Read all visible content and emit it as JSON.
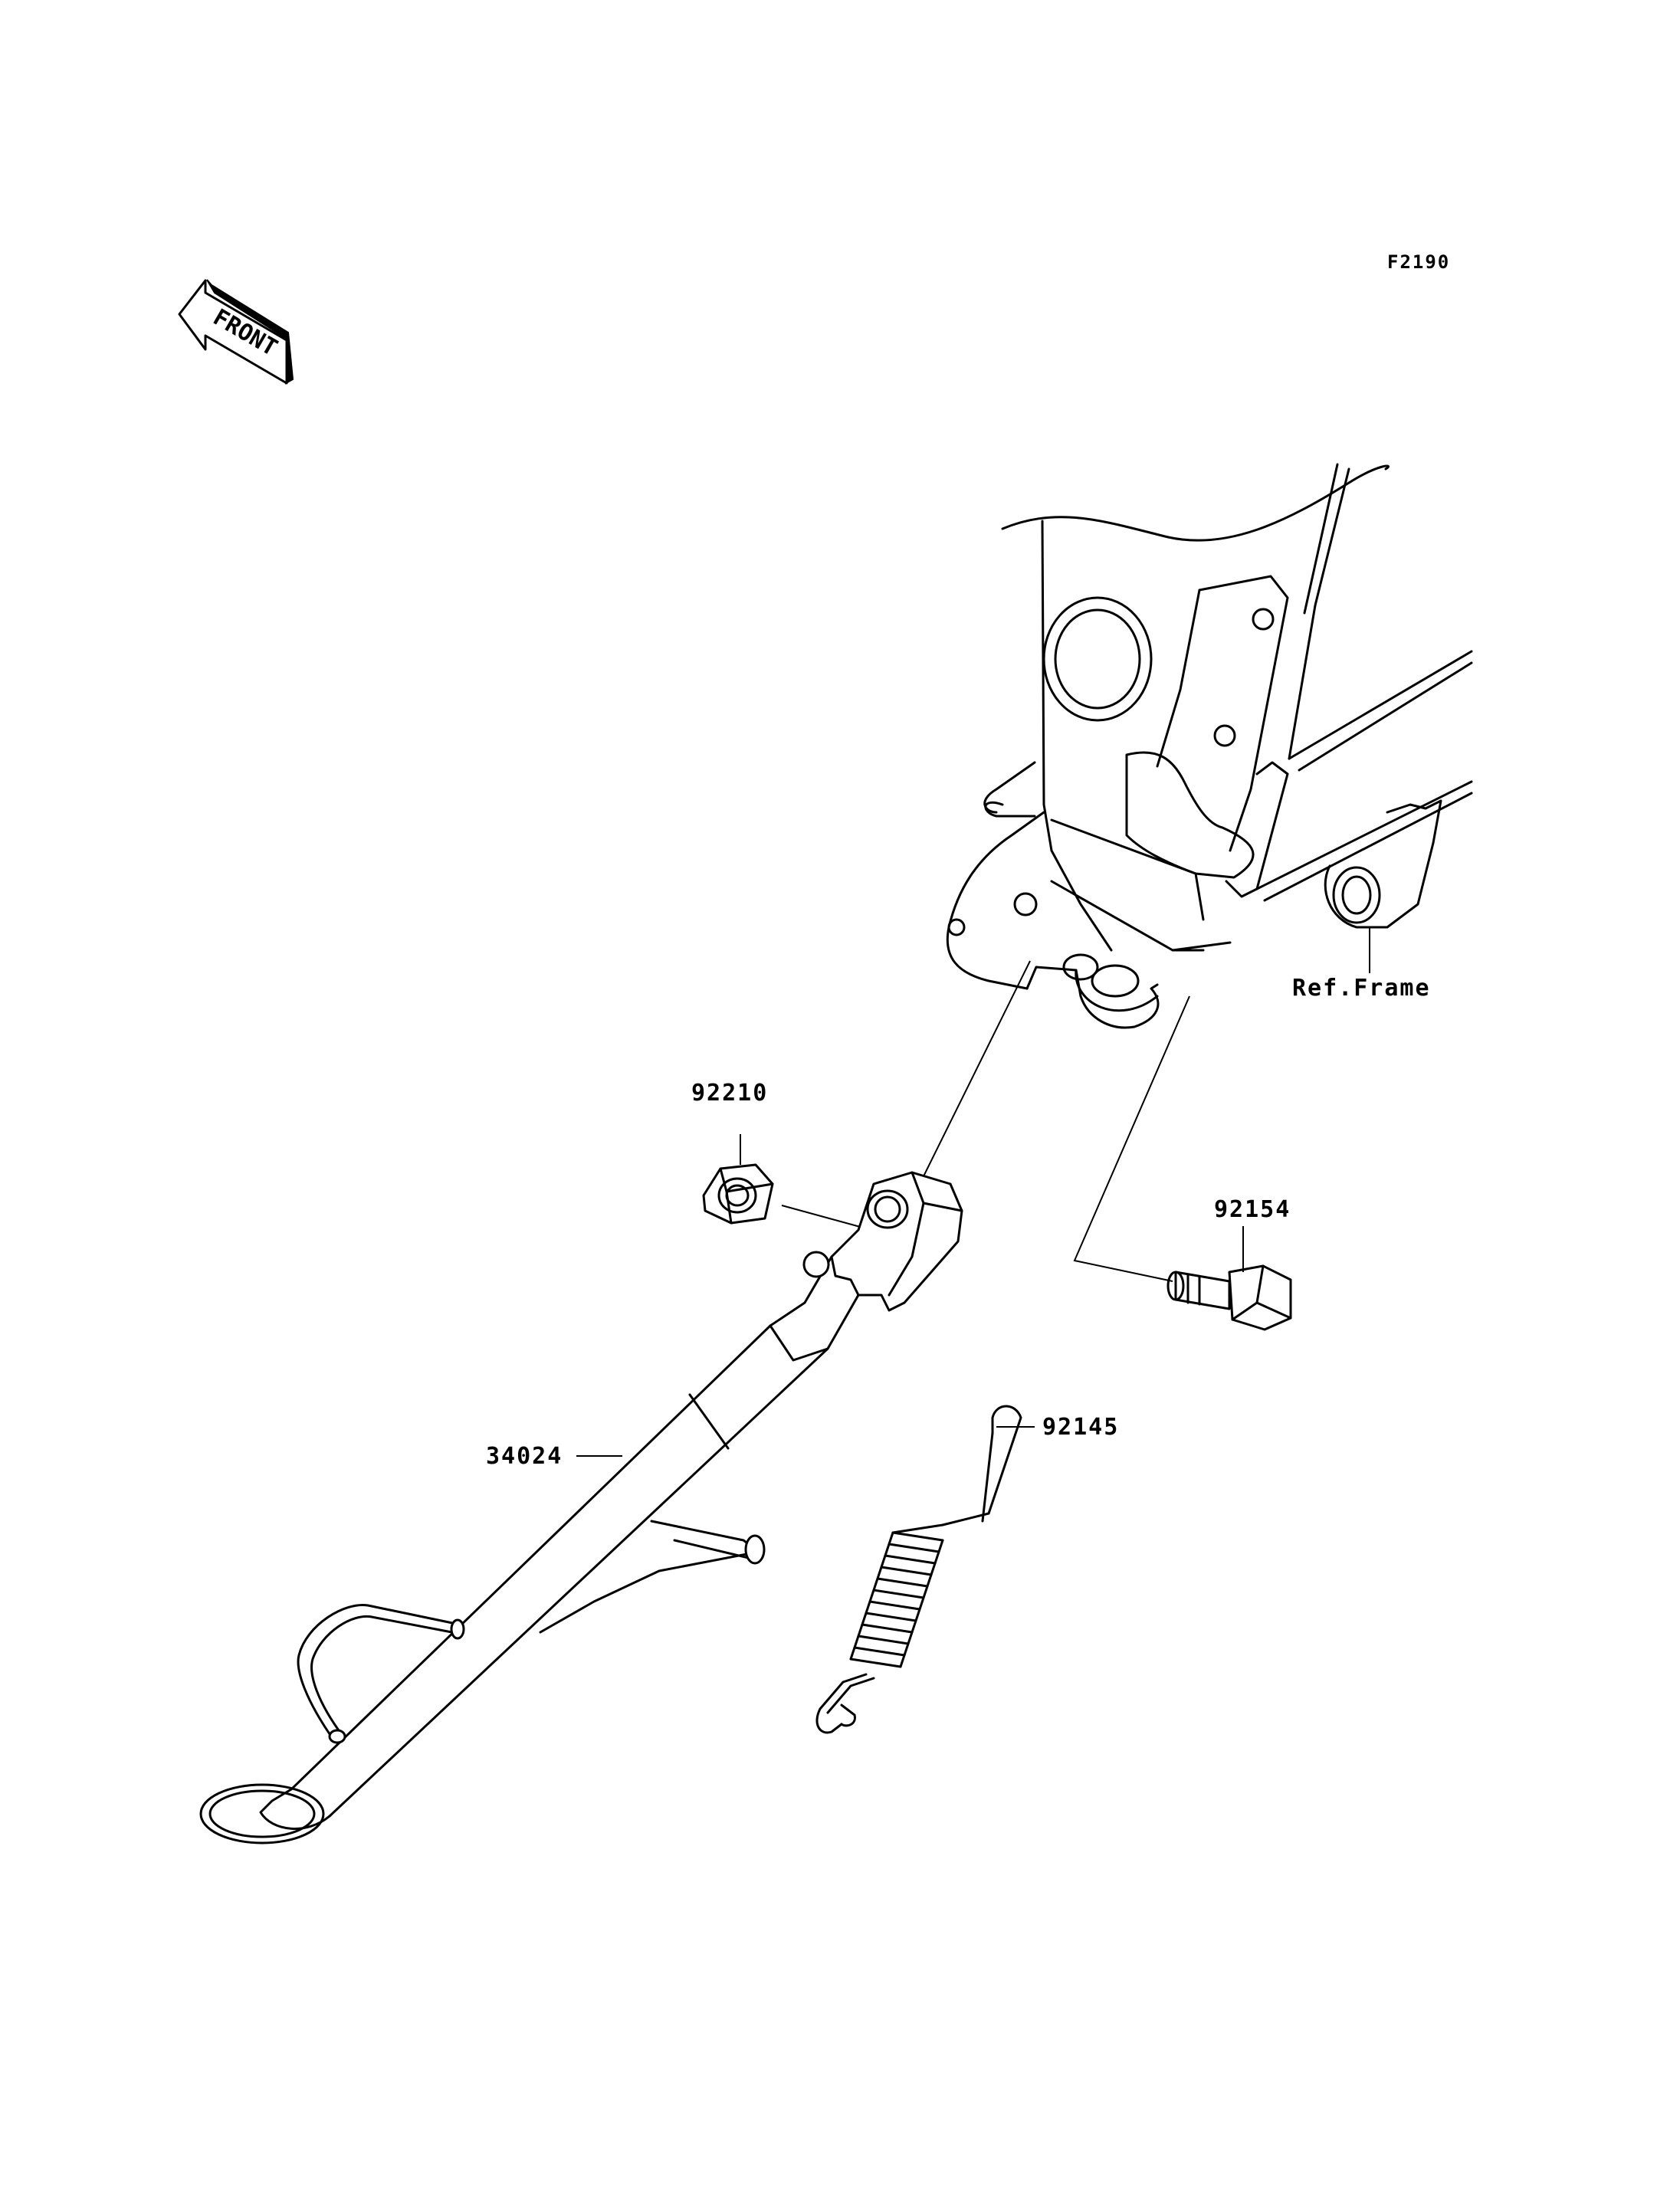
{
  "figure_code": "F2190",
  "front_arrow": {
    "text": "FRONT",
    "icon": "front-direction-arrow-icon"
  },
  "callouts": [
    {
      "id": "ref-frame",
      "label": "Ref.Frame"
    },
    {
      "id": "92210",
      "label": "92210"
    },
    {
      "id": "92154",
      "label": "92154"
    },
    {
      "id": "34024",
      "label": "34024"
    },
    {
      "id": "92145",
      "label": "92145"
    }
  ]
}
